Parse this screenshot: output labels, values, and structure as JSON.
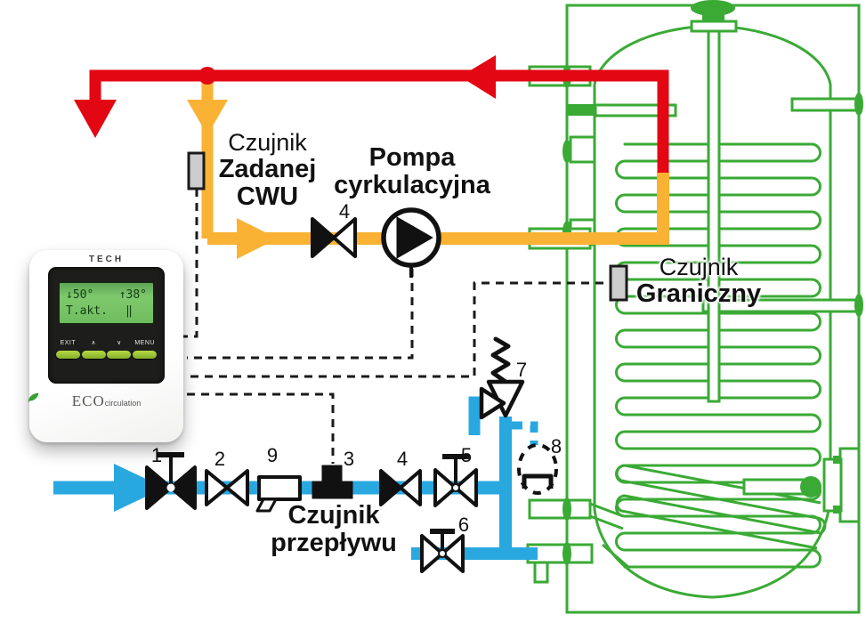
{
  "labels": {
    "cwu": {
      "l1": "Czujnik",
      "l2": "Zadanej",
      "l3": "CWU"
    },
    "pump": {
      "l1": "Pompa",
      "l2": "cyrkulacyjna"
    },
    "limit": {
      "l1": "Czujnik",
      "l2": "Graniczny"
    },
    "flow": {
      "l1": "Czujnik",
      "l2": "przepływu"
    }
  },
  "numbers": {
    "n1": "1",
    "n2": "2",
    "n9": "9",
    "n3": "3",
    "n4_top": "4",
    "n4_mid": "4",
    "n5": "5",
    "n6": "6",
    "n7": "7",
    "n8": "8"
  },
  "controller": {
    "brand": "TECH",
    "screen": {
      "temp_set": "↓50°",
      "temp_current": "↑38°",
      "row2_left": "T.akt.",
      "row2_right": "‖"
    },
    "buttons": {
      "exit": "EXIT",
      "up": "∧",
      "down": "∨",
      "menu": "MENU"
    },
    "logo": {
      "main": "ECO",
      "sub": "circulation"
    }
  },
  "colors": {
    "pipe_hot_red": "#E30613",
    "pipe_circulation_orange": "#F9B233",
    "pipe_cold_blue": "#29A8E0",
    "tank_green": "#3AAA35",
    "screen_green": "#7FC96D",
    "button_green": "#9BC837",
    "sensor_grey": "#CCCCCC"
  }
}
